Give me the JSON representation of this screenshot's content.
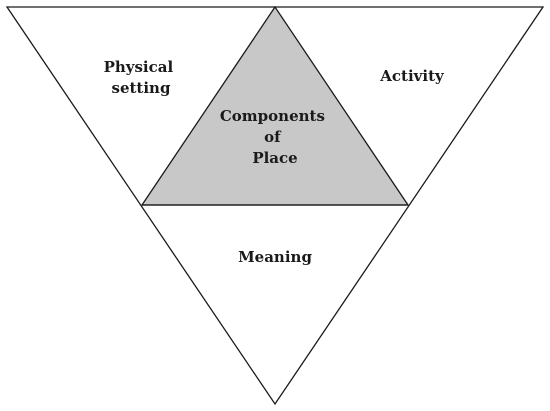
{
  "diagram": {
    "colors": {
      "center_fill": "#c8c8c8",
      "line": "#1a1a1a",
      "background": "#ffffff"
    },
    "regions": {
      "left": {
        "line1": "Physical",
        "line2": "setting"
      },
      "right": {
        "label": "Activity"
      },
      "center": {
        "line1": "Components",
        "line2": "of",
        "line3": "Place"
      },
      "bottom": {
        "label": "Meaning"
      }
    }
  }
}
